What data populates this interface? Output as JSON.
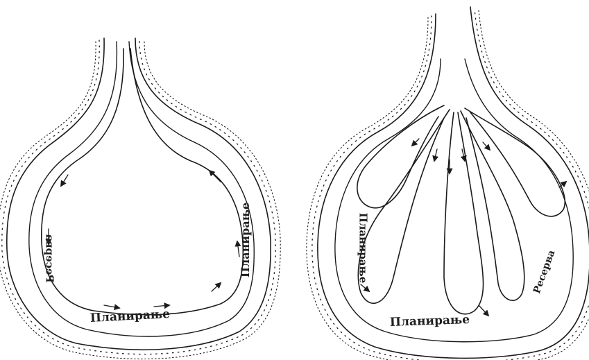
{
  "figure": {
    "left": {
      "bottom_label": "Планирање",
      "left_label": "Ресерва",
      "right_label": "Планирање"
    },
    "right": {
      "bottom_label": "Планирање",
      "left_label": "Планирање",
      "right_label": "Ресерва"
    }
  }
}
